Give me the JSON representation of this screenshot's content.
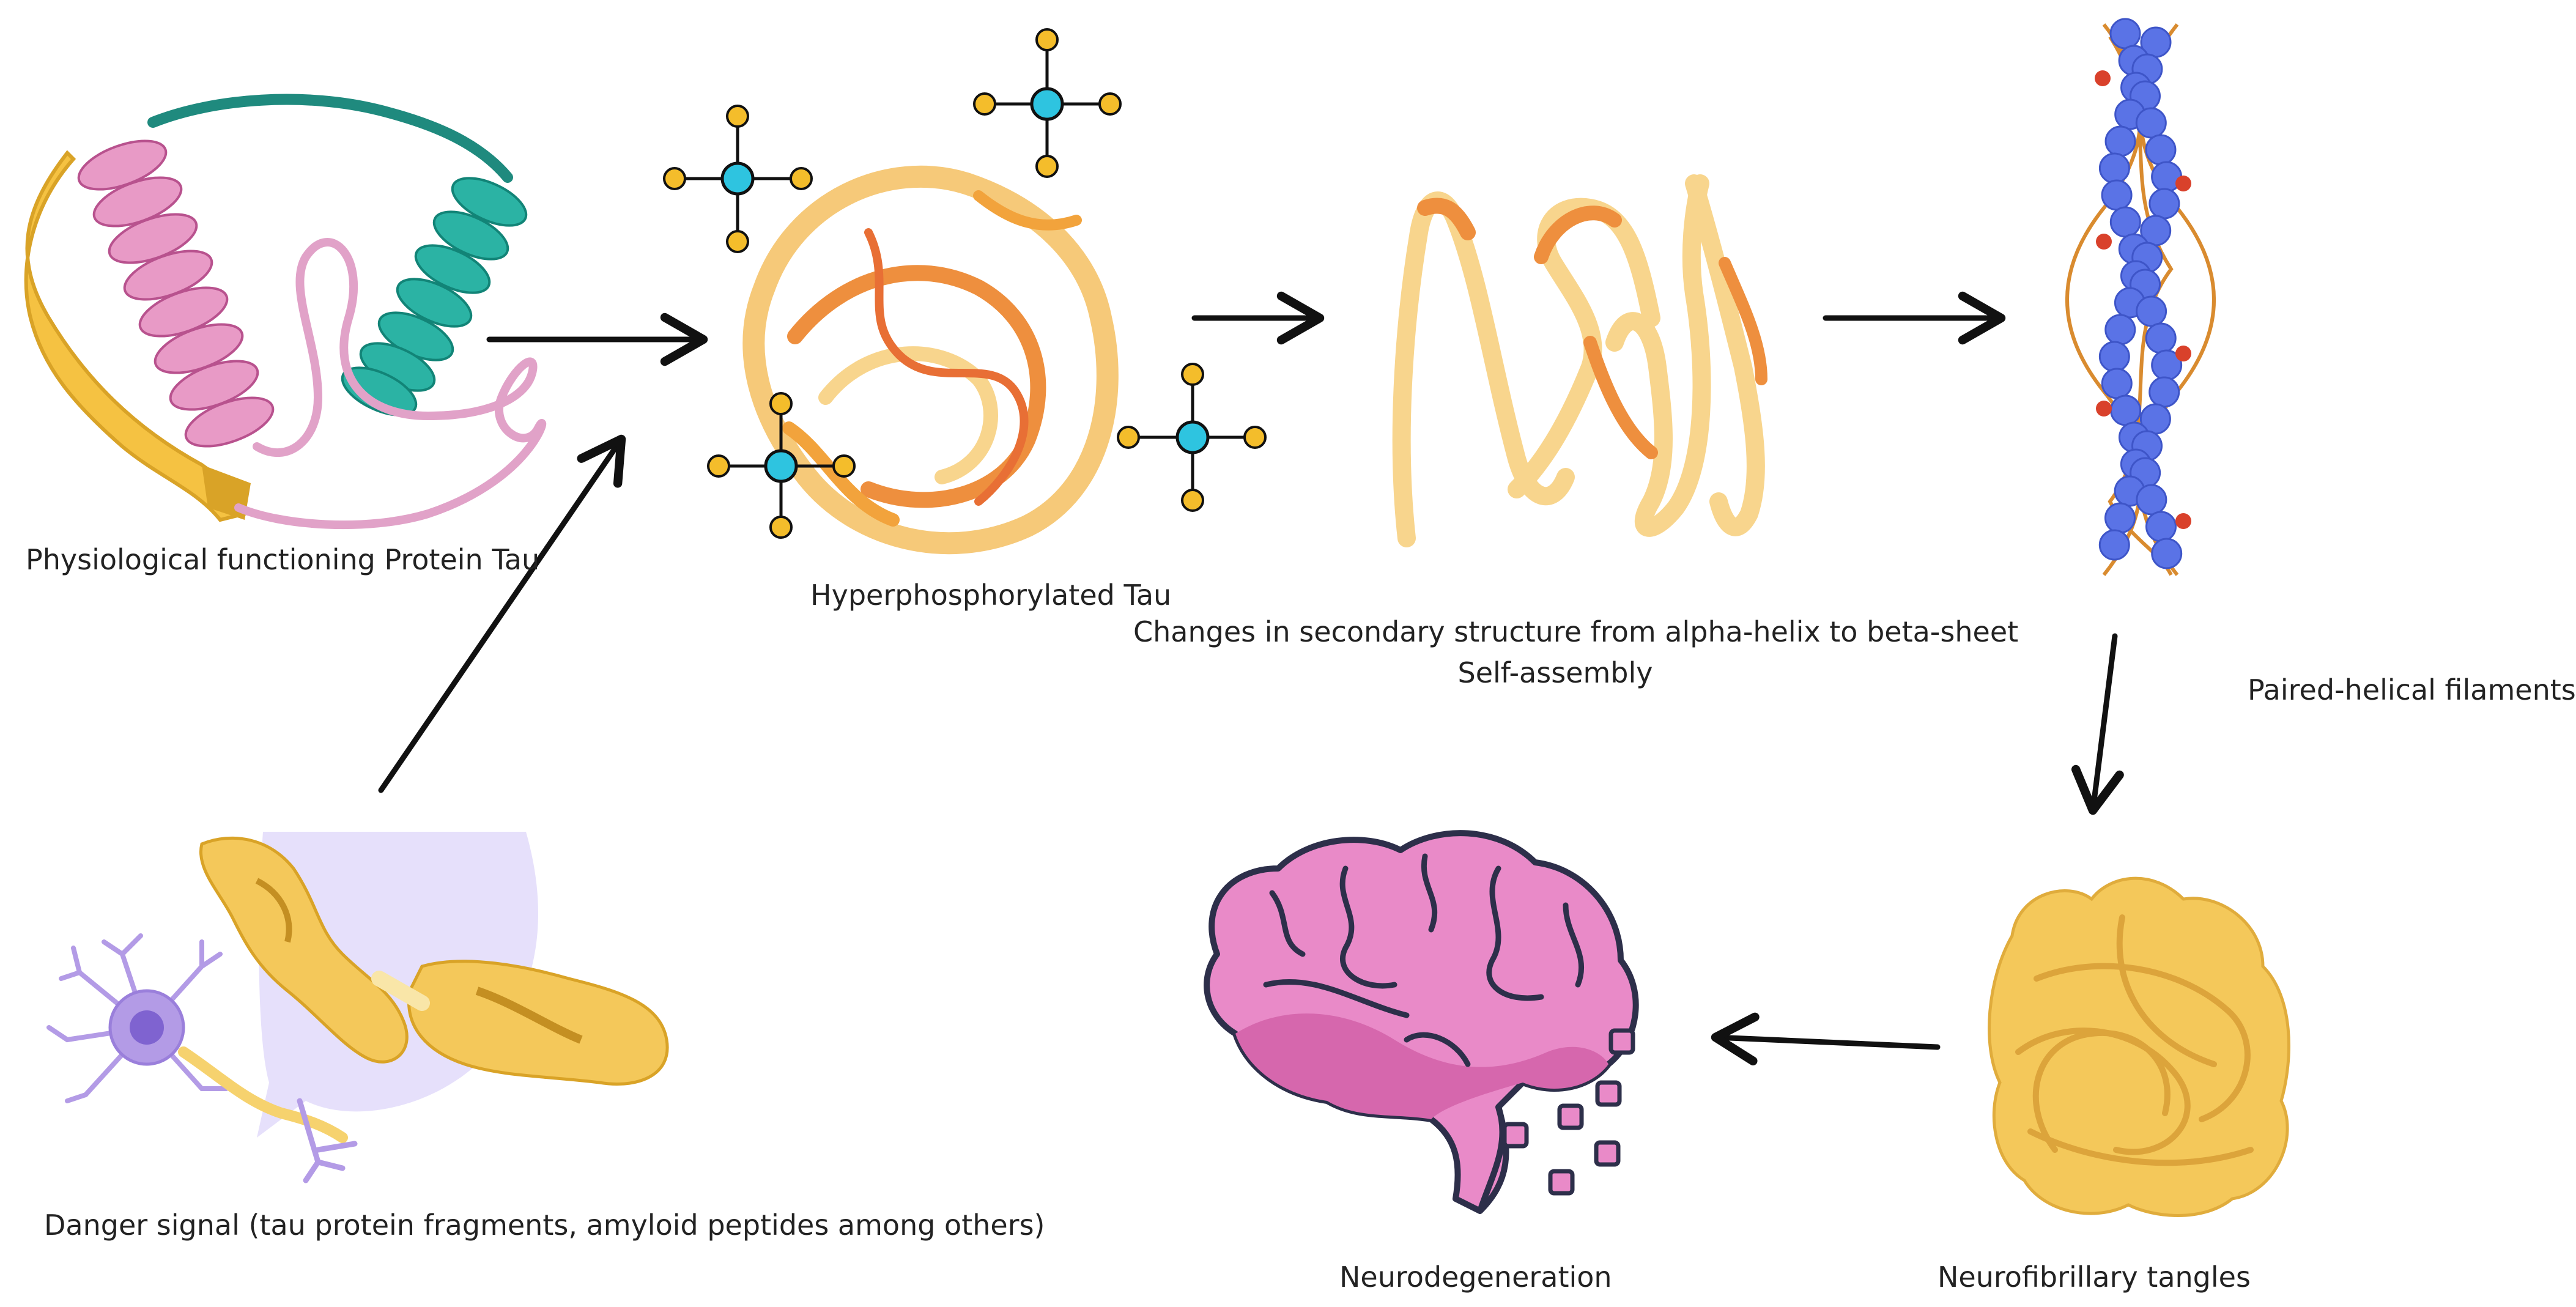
{
  "labels": {
    "physiological": "Physiological functioning Protein Tau",
    "hyperphosphorylated": "Hyperphosphorylated Tau",
    "secondary_line1": "Changes in secondary structure from alpha-helix to beta-sheet",
    "secondary_line2": "Self-assembly",
    "paired_helical": "Paired-helical filaments",
    "danger_signal": "Danger signal (tau protein fragments, amyloid peptides among others)",
    "neurofibrillary": "Neurofibrillary tangles",
    "neurodegeneration": "Neurodegeneration"
  },
  "colors": {
    "arrow": "#111111",
    "helix_pink": "#d97aae",
    "helix_teal": "#1fa89b",
    "strand_yellow": "#f5c242",
    "phosphate_core": "#2ec4e0",
    "phosphate_node": "#f4bd2b",
    "ribbon_orange": "#f2a33c",
    "ribbon_light": "#f8d58d",
    "filament_blue": "#5a73e6",
    "filament_red": "#d9412b",
    "tangle_yellow": "#f4c85a",
    "brain_pink": "#e98ac8",
    "brain_outline": "#2d2f4a",
    "neuron_purple": "#b39be6",
    "bubble": "#e6e0fb"
  }
}
